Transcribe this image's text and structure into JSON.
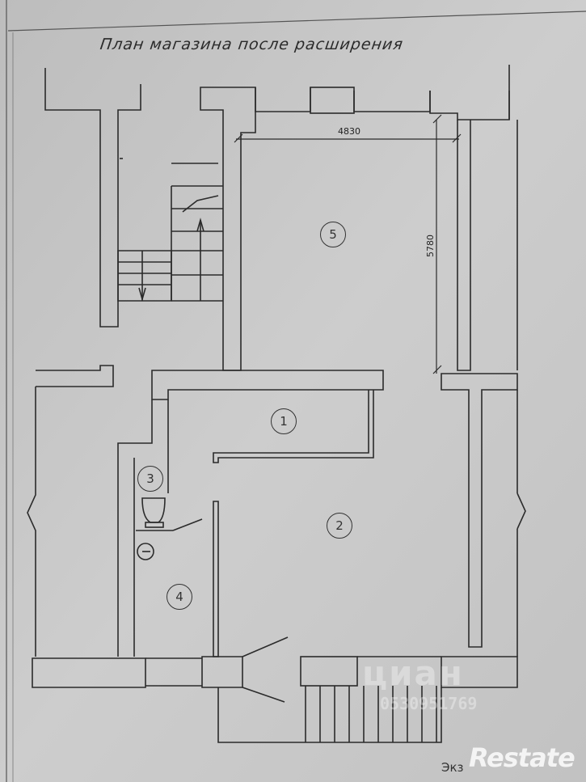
{
  "plan": {
    "title": "План магазина после расширения",
    "rooms": [
      {
        "id": "room-1",
        "number": "1"
      },
      {
        "id": "room-2",
        "number": "2"
      },
      {
        "id": "room-3",
        "number": "3"
      },
      {
        "id": "room-4",
        "number": "4"
      },
      {
        "id": "room-5",
        "number": "5"
      }
    ],
    "dimensions": {
      "horizontal": "4830",
      "vertical": "5780"
    }
  },
  "footer": {
    "partial_text": "Экз",
    "logo": "Restate"
  },
  "watermark": {
    "brand": "циан",
    "phone_fragment": "0530951769"
  },
  "colors": {
    "paper": "#c9c9c9",
    "wall": "#cfcfcf",
    "line": "#2b2b2b"
  }
}
